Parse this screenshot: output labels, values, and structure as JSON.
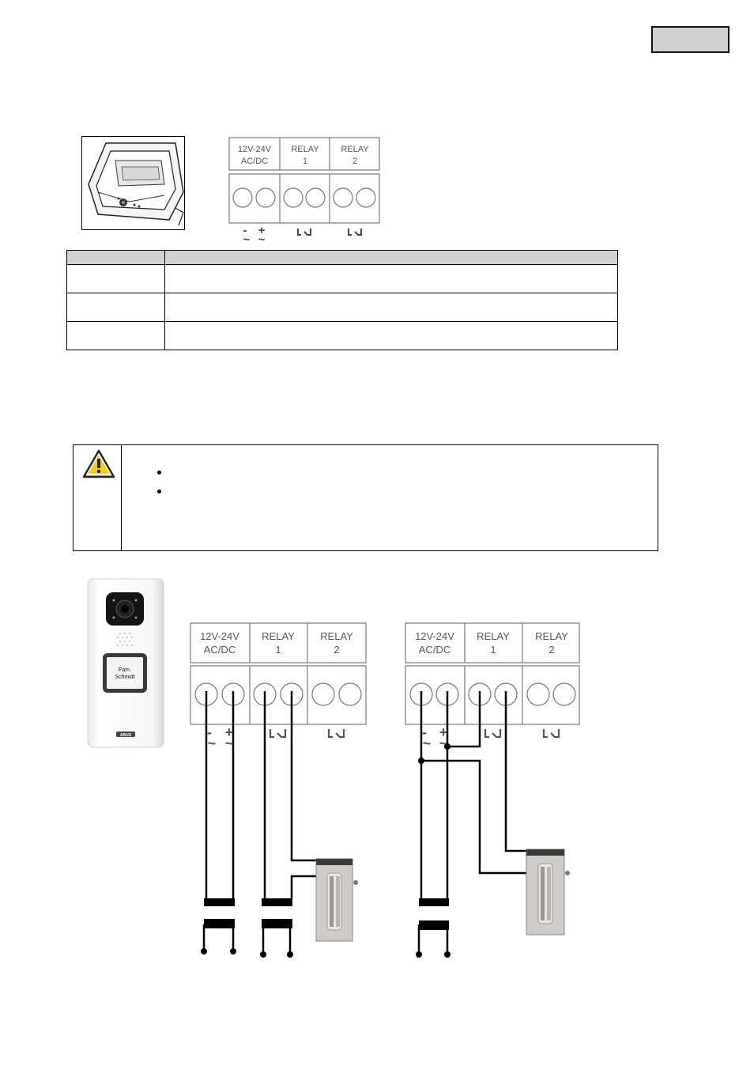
{
  "page": {
    "language_tab": ""
  },
  "terminal_block": {
    "power_label_line1": "12V-24V",
    "power_label_line2": "AC/DC",
    "relay1_label_line1": "RELAY",
    "relay1_label_line2": "1",
    "relay2_label_line1": "RELAY",
    "relay2_label_line2": "2",
    "minus_symbol": "-",
    "plus_symbol": "+",
    "ac_symbol": "~",
    "relay_symbol": "␣"
  },
  "terminal_table": {
    "headers": [
      "",
      ""
    ],
    "rows": [
      [
        "",
        ""
      ],
      [
        "",
        ""
      ],
      [
        "",
        ""
      ]
    ]
  },
  "warning": {
    "icon": "warning-triangle-icon",
    "bullets": [
      "",
      ""
    ]
  },
  "door_station": {
    "nameplate_line1": "Fam.",
    "nameplate_line2": "Schmidt",
    "brand": "ABUS"
  },
  "colors": {
    "header_gray": "#d2d2d2",
    "warning_yellow": "#f2cf1a",
    "strike_metal": "#c9c6c2"
  }
}
